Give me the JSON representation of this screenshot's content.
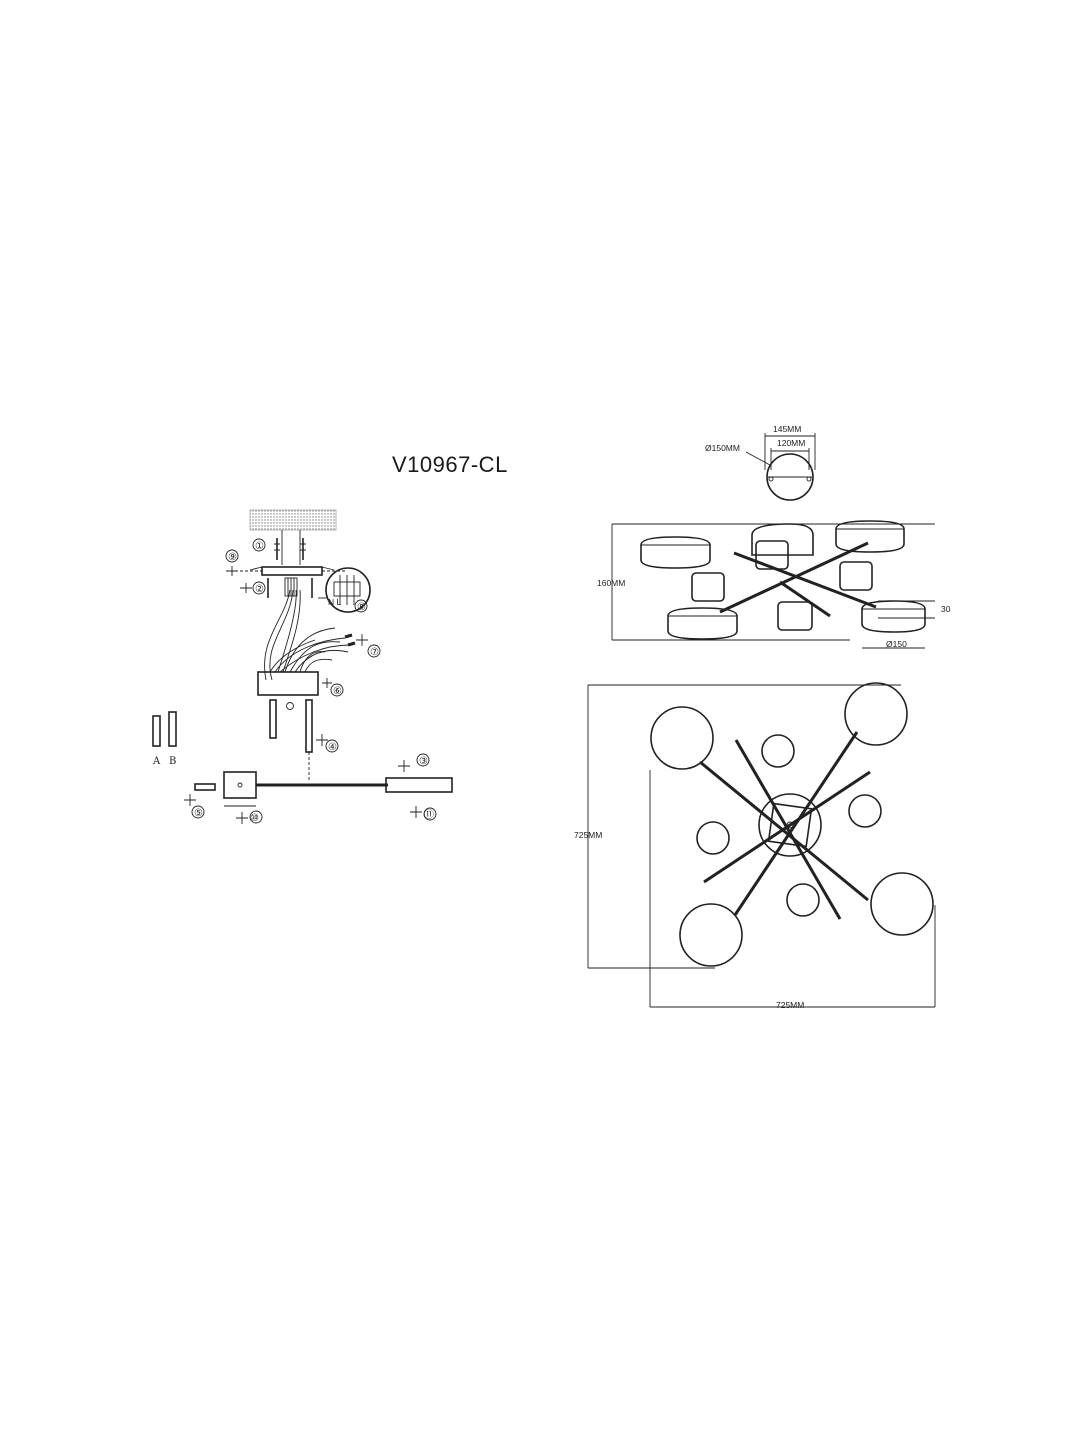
{
  "title": "V10967-CL",
  "side_view_top": {
    "diameter_label": "Ø150MM",
    "outer_width_label": "145MM",
    "inner_width_label": "120MM"
  },
  "side_view": {
    "height_label": "160MM",
    "shade_height_label": "30",
    "shade_diameter_label": "Ø150"
  },
  "top_view": {
    "height_label": "725MM",
    "width_label": "725MM"
  },
  "assembly": {
    "steps": [
      "①",
      "②",
      "③",
      "④",
      "⑤",
      "⑥",
      "⑦",
      "⑧",
      "⑨",
      "⑩",
      "⑪"
    ],
    "wiring_label": "N L",
    "parts": [
      "A",
      "B"
    ]
  }
}
